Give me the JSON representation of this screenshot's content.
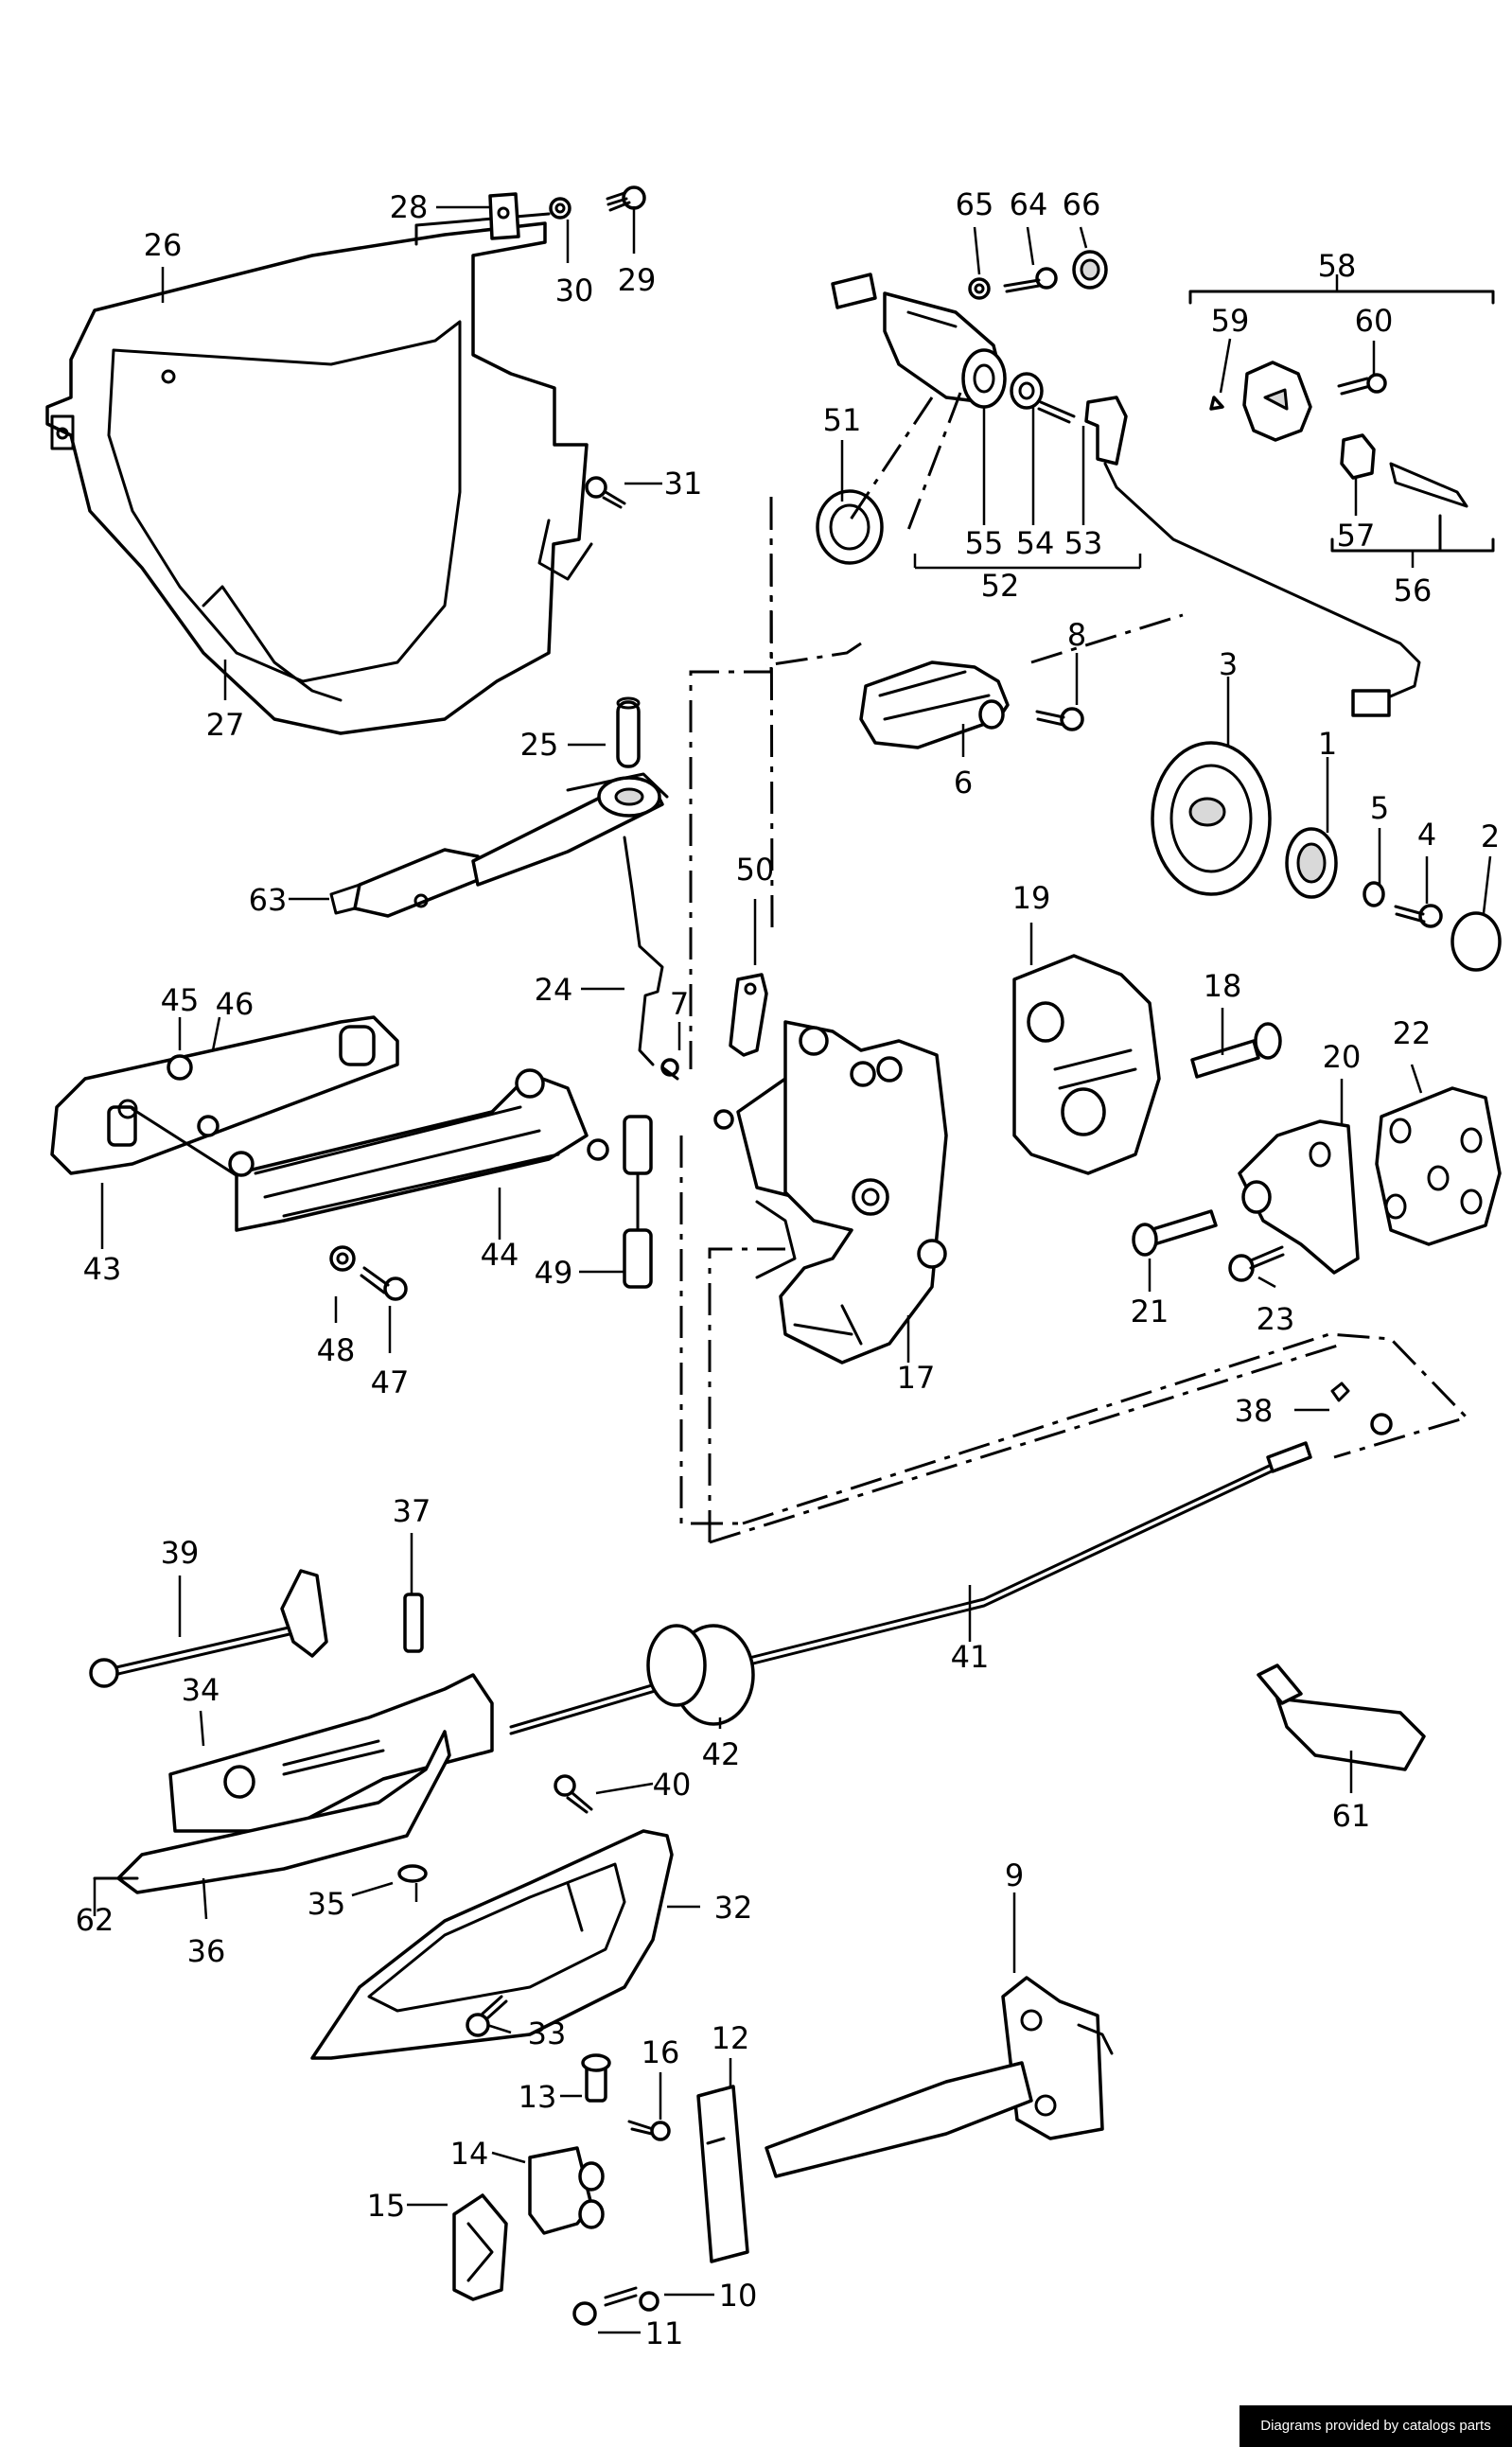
{
  "callouts": [
    "1",
    "2",
    "3",
    "4",
    "5",
    "6",
    "7",
    "8",
    "9",
    "10",
    "11",
    "12",
    "13",
    "14",
    "15",
    "16",
    "17",
    "18",
    "19",
    "20",
    "21",
    "22",
    "23",
    "24",
    "25",
    "26",
    "27",
    "28",
    "29",
    "30",
    "31",
    "32",
    "33",
    "34",
    "35",
    "36",
    "37",
    "38",
    "39",
    "40",
    "41",
    "42",
    "43",
    "44",
    "45",
    "46",
    "47",
    "48",
    "49",
    "50",
    "51",
    "52",
    "53",
    "54",
    "55",
    "56",
    "57",
    "58",
    "59",
    "60",
    "61",
    "62",
    "63",
    "64",
    "65",
    "66"
  ],
  "credit": "Diagrams provided by catalogs parts"
}
